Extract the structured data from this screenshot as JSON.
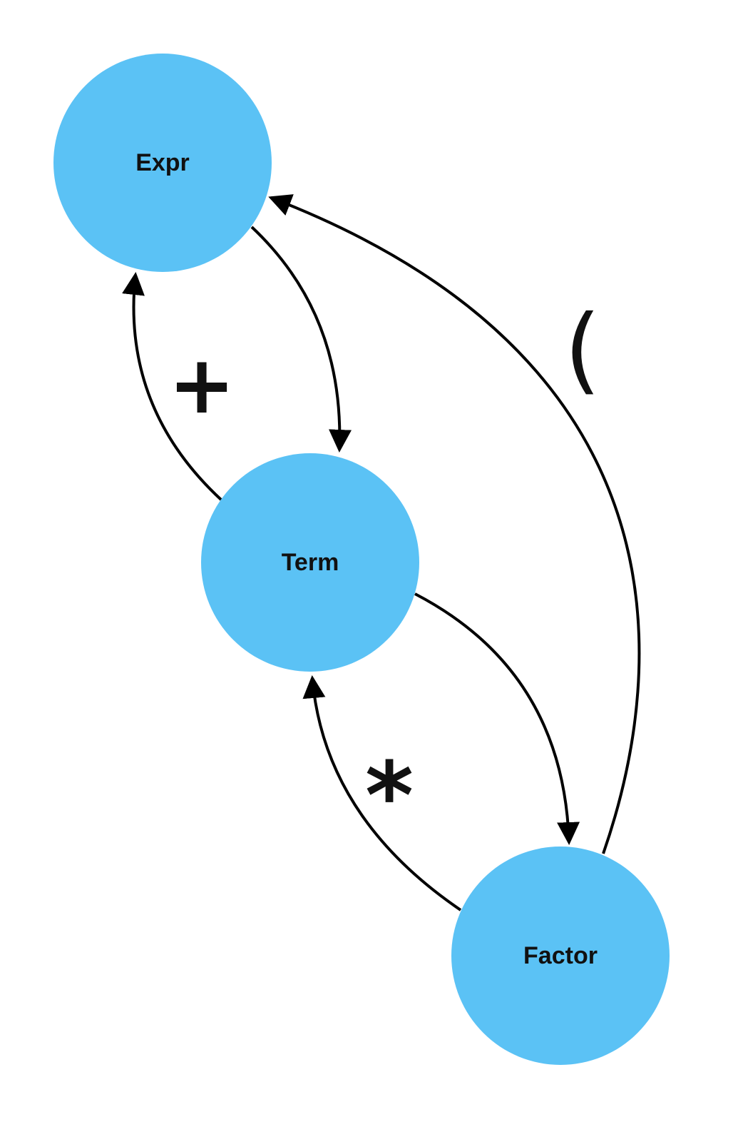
{
  "diagram": {
    "node_color": "#5BC2F5",
    "edge_color": "#000000",
    "nodes": {
      "expr": {
        "label": "Expr"
      },
      "term": {
        "label": "Term"
      },
      "factor": {
        "label": "Factor"
      }
    },
    "edges": [
      {
        "from": "Expr",
        "to": "Term",
        "label": ""
      },
      {
        "from": "Term",
        "to": "Expr",
        "label": "+"
      },
      {
        "from": "Term",
        "to": "Factor",
        "label": ""
      },
      {
        "from": "Factor",
        "to": "Term",
        "label": "*"
      },
      {
        "from": "Factor",
        "to": "Expr",
        "label": "("
      }
    ],
    "edge_labels": {
      "plus": "+",
      "star": "*",
      "paren": "("
    }
  }
}
